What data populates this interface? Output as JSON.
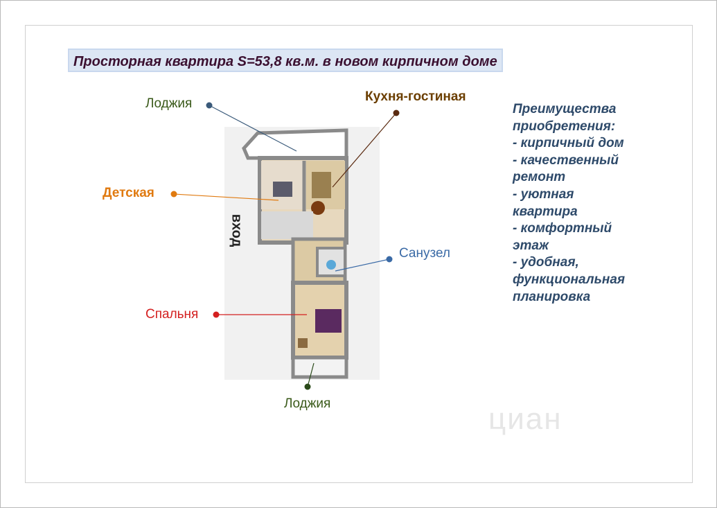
{
  "title": "Просторная квартира S=53,8 кв.м. в новом кирпичном доме",
  "labels": {
    "loggia_top": "Лоджия",
    "kitchen": "Кухня-гостиная",
    "children": "Детская",
    "bathroom": "Санузел",
    "bedroom": "Спальня",
    "loggia_bottom": "Лоджия",
    "entrance": "вход"
  },
  "advantages": {
    "heading_1": "Преимущества",
    "heading_2": "приобретения:",
    "items": [
      "- кирпичный дом",
      "- качественный",
      "ремонт",
      "- уютная",
      "квартира",
      "- комфортный",
      "этаж",
      "- удобная,",
      "функциональная",
      "планировка"
    ]
  },
  "watermark": "циан",
  "colors": {
    "loggia": "#3a5a1a",
    "kitchen": "#6b3e00",
    "children": "#e07a10",
    "bathroom": "#3a6aa6",
    "bedroom": "#d42020",
    "advantages": "#2e4a6a",
    "title": "#3b1030"
  }
}
